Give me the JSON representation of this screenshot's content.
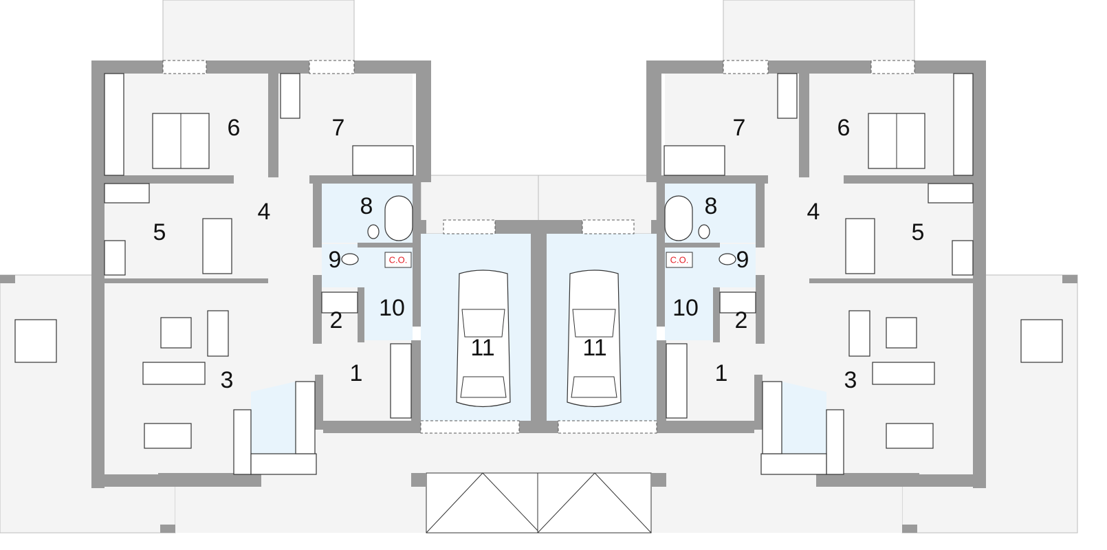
{
  "title": "Twin house ground floor plan",
  "colors": {
    "wall": "#9a9a9a",
    "floor": "#f4f4f4",
    "wet_floor": "#e8f4fc",
    "line": "#333333",
    "co_text": "#e41e26"
  },
  "units": [
    {
      "side": "left",
      "rooms": [
        {
          "id": "entrance",
          "number": "1"
        },
        {
          "id": "wardrobe",
          "number": "2"
        },
        {
          "id": "living",
          "number": "3"
        },
        {
          "id": "corridor",
          "number": "4"
        },
        {
          "id": "bedroom-5",
          "number": "5"
        },
        {
          "id": "bedroom-6",
          "number": "6"
        },
        {
          "id": "bedroom-7",
          "number": "7"
        },
        {
          "id": "bathroom",
          "number": "8"
        },
        {
          "id": "wc",
          "number": "9"
        },
        {
          "id": "boiler-room",
          "number": "10"
        },
        {
          "id": "garage",
          "number": "11"
        }
      ],
      "co_label": "C.O."
    },
    {
      "side": "right",
      "rooms": [
        {
          "id": "entrance",
          "number": "1"
        },
        {
          "id": "wardrobe",
          "number": "2"
        },
        {
          "id": "living",
          "number": "3"
        },
        {
          "id": "corridor",
          "number": "4"
        },
        {
          "id": "bedroom-5",
          "number": "5"
        },
        {
          "id": "bedroom-6",
          "number": "6"
        },
        {
          "id": "bedroom-7",
          "number": "7"
        },
        {
          "id": "bathroom",
          "number": "8"
        },
        {
          "id": "wc",
          "number": "9"
        },
        {
          "id": "boiler-room",
          "number": "10"
        },
        {
          "id": "garage",
          "number": "11"
        }
      ],
      "co_label": "C.O."
    }
  ]
}
